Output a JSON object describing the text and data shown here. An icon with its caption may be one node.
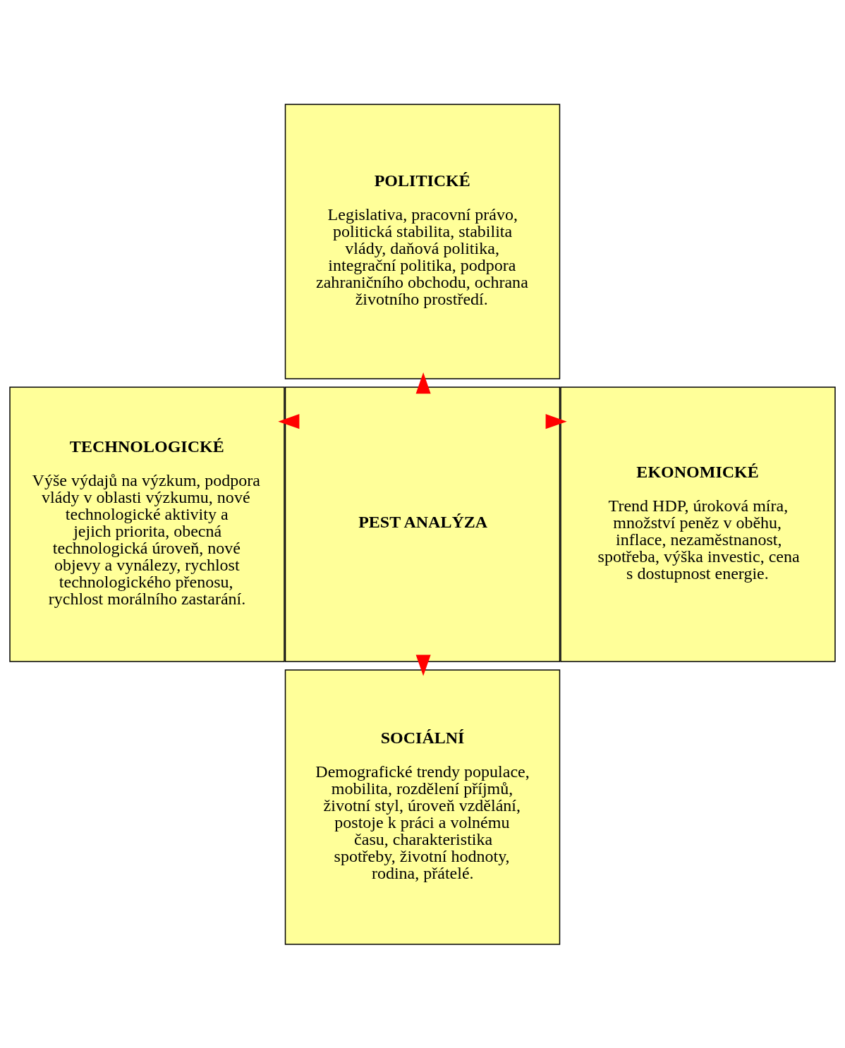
{
  "diagram": {
    "nodes": [
      {
        "text": [
          "POLITICKÉ",
          "Legislativa, pracovní právo, politická stabilita, stabilita vlády, daňová politika, integrační politika, podpora zahraničního obchodu, ochrana životního prostředí."
        ]
      },
      {
        "text": [
          "TECHNOLOGICKÉ",
          "Výše výdajů na výzkum, podpora vlády v oblasti výzkumu, nové technologické aktivity a jejich priorita, obecná technologická úroveň, nové objevy a vynálezy, rychlost technologického přenosu, rychlost morálního zastarání."
        ]
      },
      {
        "text": [
          "PEST ANALÝZA"
        ]
      },
      {
        "text": [
          "EKONOMICKÉ",
          "Trend HDP, úroková míra, množství peněz v oběhu, inflace, nezaměstnanost, spotřeba, výška investic, cena s dostupnost energie."
        ]
      },
      {
        "text": [
          "SOCIÁLNÍ",
          "Demografické trendy populace, mobilita, rozdělení příjmů, životní styl, úroveň vzdělání, postoje k práci a volnému času, charakteristika spotřeby, životní hodnoty, rodina, přátelé."
        ]
      }
    ],
    "edges": [
      {
        "from": 2,
        "to": 0,
        "arrow": "to"
      },
      {
        "from": 2,
        "to": 1,
        "arrow": "to"
      },
      {
        "from": 2,
        "to": 3,
        "arrow": "to"
      },
      {
        "from": 2,
        "to": 4,
        "arrow": "to"
      }
    ]
  }
}
